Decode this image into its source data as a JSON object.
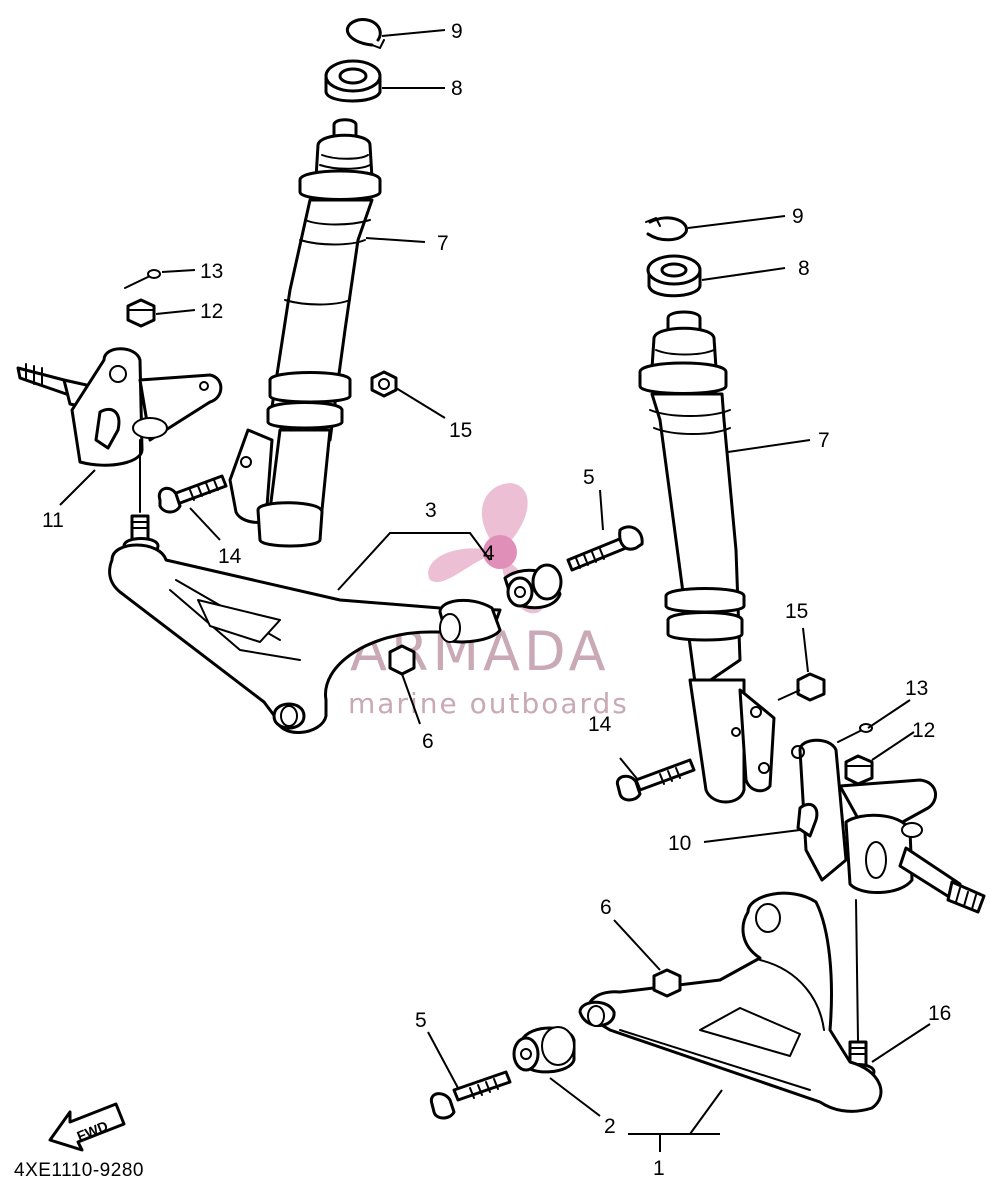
{
  "diagram_code": "4XE1110-9280",
  "fwd_label": "FWD",
  "watermark": {
    "brand": "ARMADA",
    "tagline": "marine outboards"
  },
  "callouts": {
    "c1": "1",
    "c2": "2",
    "c3": "3",
    "c4": "4",
    "c5a": "5",
    "c5b": "5",
    "c6a": "6",
    "c6b": "6",
    "c7a": "7",
    "c7b": "7",
    "c8a": "8",
    "c8b": "8",
    "c9a": "9",
    "c9b": "9",
    "c10": "10",
    "c11": "11",
    "c12a": "12",
    "c12b": "12",
    "c13a": "13",
    "c13b": "13",
    "c14a": "14",
    "c14b": "14",
    "c15a": "15",
    "c15b": "15",
    "c16": "16"
  }
}
